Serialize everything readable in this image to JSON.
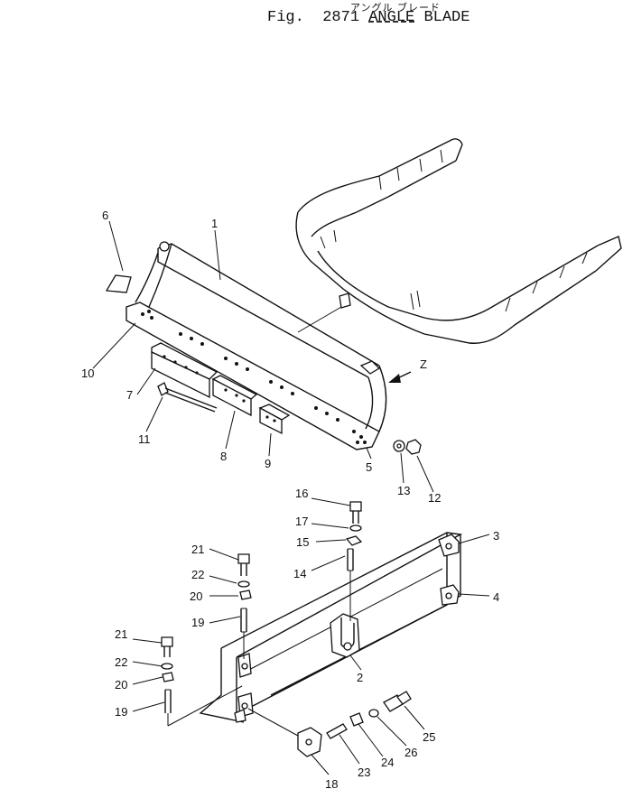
{
  "header": {
    "kana": "アングル ブレード",
    "fig_label": "Fig.",
    "fig_number": "2871",
    "title_word1": "ANGLE",
    "title_word2": "BLADE"
  },
  "view_marker": "Z",
  "callouts": [
    "1",
    "2",
    "3",
    "4",
    "5",
    "6",
    "7",
    "8",
    "9",
    "10",
    "11",
    "12",
    "13",
    "14",
    "15",
    "16",
    "17",
    "18",
    "19",
    "19",
    "20",
    "20",
    "21",
    "21",
    "22",
    "22",
    "23",
    "24",
    "25",
    "26"
  ]
}
